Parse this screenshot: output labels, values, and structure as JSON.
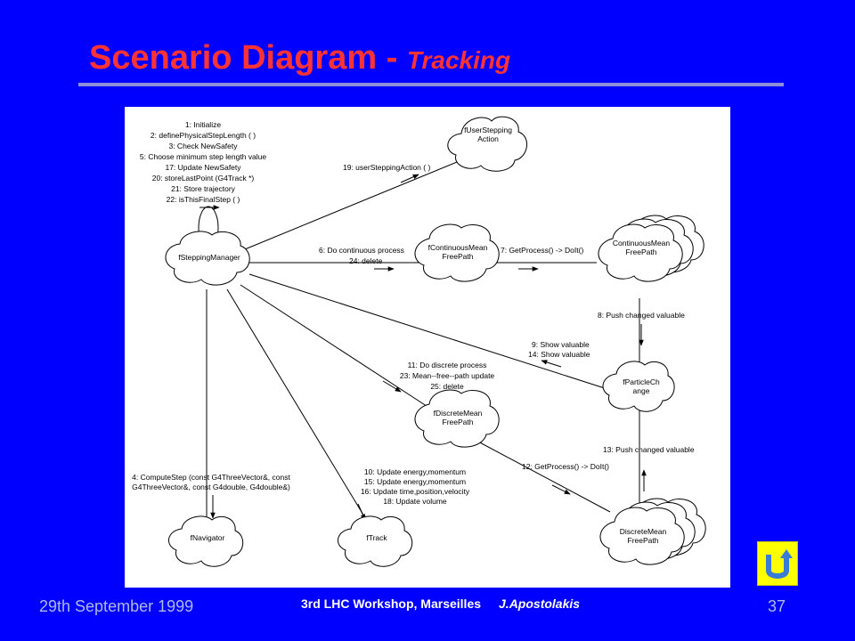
{
  "slide": {
    "title_main": "Scenario Diagram - ",
    "title_sub": "Tracking",
    "date": "29th September 1999",
    "workshop": "3rd LHC Workshop, Marseilles",
    "author": "J.Apostolakis",
    "page": "37",
    "home_icon": "u-turn-arrow-icon"
  },
  "diagram": {
    "nodes": {
      "stepping_manager": "fSteppingManager",
      "user_stepping_1": "fUserStepping",
      "user_stepping_2": "Action",
      "cont_mean_1": "fContinuousMean",
      "cont_mean_2": "FreePath",
      "cont_stack_1": "ContinuousMean",
      "cont_stack_2": "FreePath",
      "particle_change_1": "fParticleCh",
      "particle_change_2": "ange",
      "disc_mean_1": "fDiscreteMean",
      "disc_mean_2": "FreePath",
      "navigator": "fNavigator",
      "track": "fTrack",
      "disc_stack_1": "DiscreteMean",
      "disc_stack_2": "FreePath"
    },
    "self_messages": [
      "1: Initialize",
      "2: definePhysicalStepLength ( )",
      "3: Check NewSafety",
      "5: Choose minimum step length value",
      "17: Update NewSafety",
      "20: storeLastPoint (G4Track *)",
      "21: Store trajectory",
      "22: isThisFinalStep ( )"
    ],
    "msg_user_stepping": "19: userSteppingAction ( )",
    "msg_continuous_1": "6: Do continuous process",
    "msg_continuous_2": "24: delete",
    "msg_getprocess_cont": "7: GetProcess() -> DoIt()",
    "msg_push_cont": "8: Push changed valuable",
    "msg_show_1": "9: Show valuable",
    "msg_show_2": "14: Show valuable",
    "msg_discrete": [
      "11: Do discrete process",
      "23: Mean--free--path update",
      "25: delete"
    ],
    "msg_push_disc": "13: Push changed valuable",
    "msg_getprocess_disc": "12: GetProcess() -> DoIt()",
    "msg_compute_step": [
      "4: ComputeStep (const G4ThreeVector&, const",
      "G4ThreeVector&, const G4double, G4double&)"
    ],
    "msg_update": [
      "10: Update energy,momentum",
      "15: Update energy,momentum",
      "16: Update time,position,velocity",
      "18: Update volume"
    ]
  }
}
